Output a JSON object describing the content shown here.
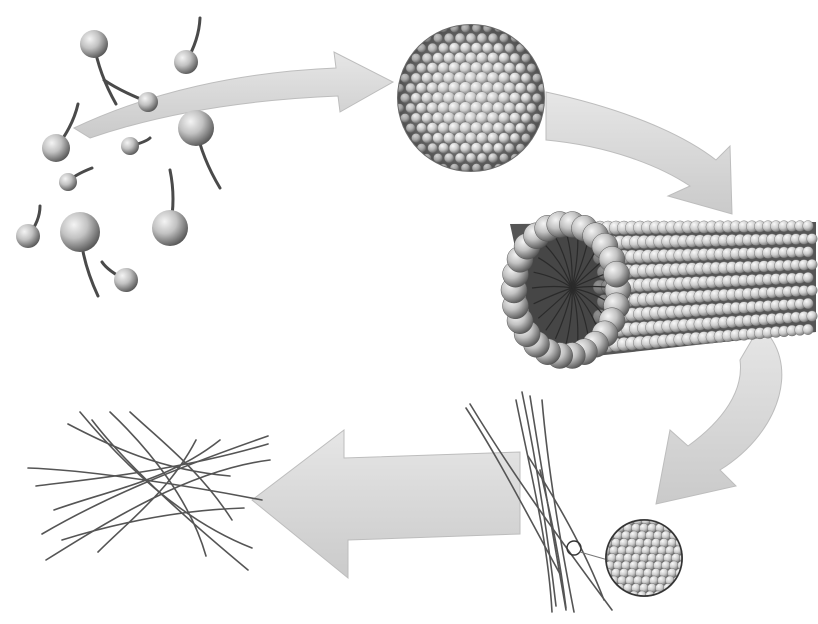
{
  "figure": {
    "stages": [
      {
        "id": "monomers",
        "name": "amphiphile-monomers"
      },
      {
        "id": "micelle",
        "name": "spherical-micelle"
      },
      {
        "id": "cylinder",
        "name": "cylindrical-micelle"
      },
      {
        "id": "fibers",
        "name": "nanofiber-bundle"
      },
      {
        "id": "network",
        "name": "fiber-network"
      }
    ],
    "arrows": [
      {
        "from": "monomers",
        "to": "micelle"
      },
      {
        "from": "micelle",
        "to": "cylinder"
      },
      {
        "from": "cylinder",
        "to": "fibers"
      },
      {
        "from": "fibers",
        "to": "network"
      }
    ],
    "colors": {
      "arrow_fill": "#d6d6d6",
      "arrow_edge": "#bdbdbd",
      "sphere_light": "#f4f4f4",
      "sphere_mid": "#b4b4b4",
      "sphere_dark": "#5a5a5a",
      "fiber": "#555555"
    }
  }
}
